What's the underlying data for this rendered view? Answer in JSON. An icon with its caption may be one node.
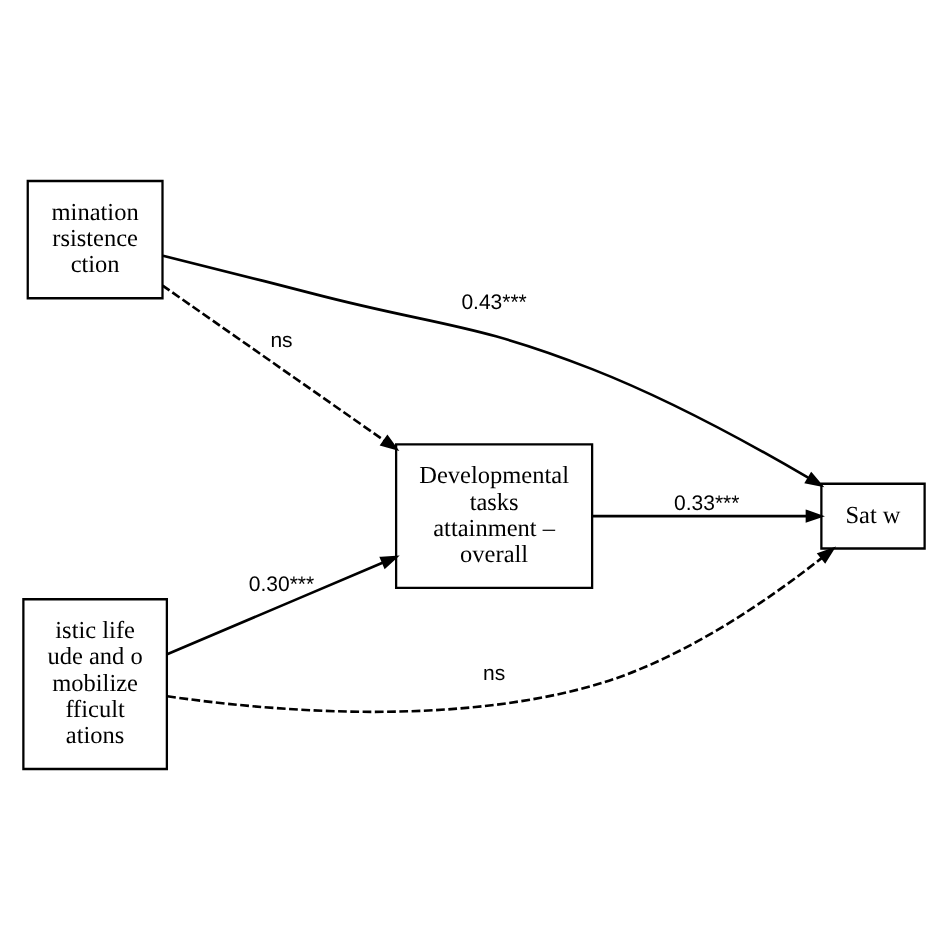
{
  "diagram": {
    "nodes": [
      {
        "text": [
          "mination rsistence ction"
        ]
      },
      {
        "text": [
          "Developmental tasks attainment – overall"
        ]
      },
      {
        "text": [
          "Sat w"
        ]
      },
      {
        "text": [
          "istic life ude and o mobilize fficult ations"
        ]
      }
    ],
    "edges": [
      {
        "from": 0,
        "to": 2,
        "arrow": "to",
        "label": "0.43***"
      },
      {
        "from": 0,
        "to": 1,
        "arrow": "to",
        "label": "ns",
        "style": "dashed"
      },
      {
        "from": 1,
        "to": 2,
        "arrow": "to",
        "label": "0.33***"
      },
      {
        "from": 3,
        "to": 1,
        "arrow": "to",
        "label": "0.30***"
      },
      {
        "from": 3,
        "to": 2,
        "arrow": "to",
        "label": "ns",
        "style": "dashed"
      }
    ]
  }
}
